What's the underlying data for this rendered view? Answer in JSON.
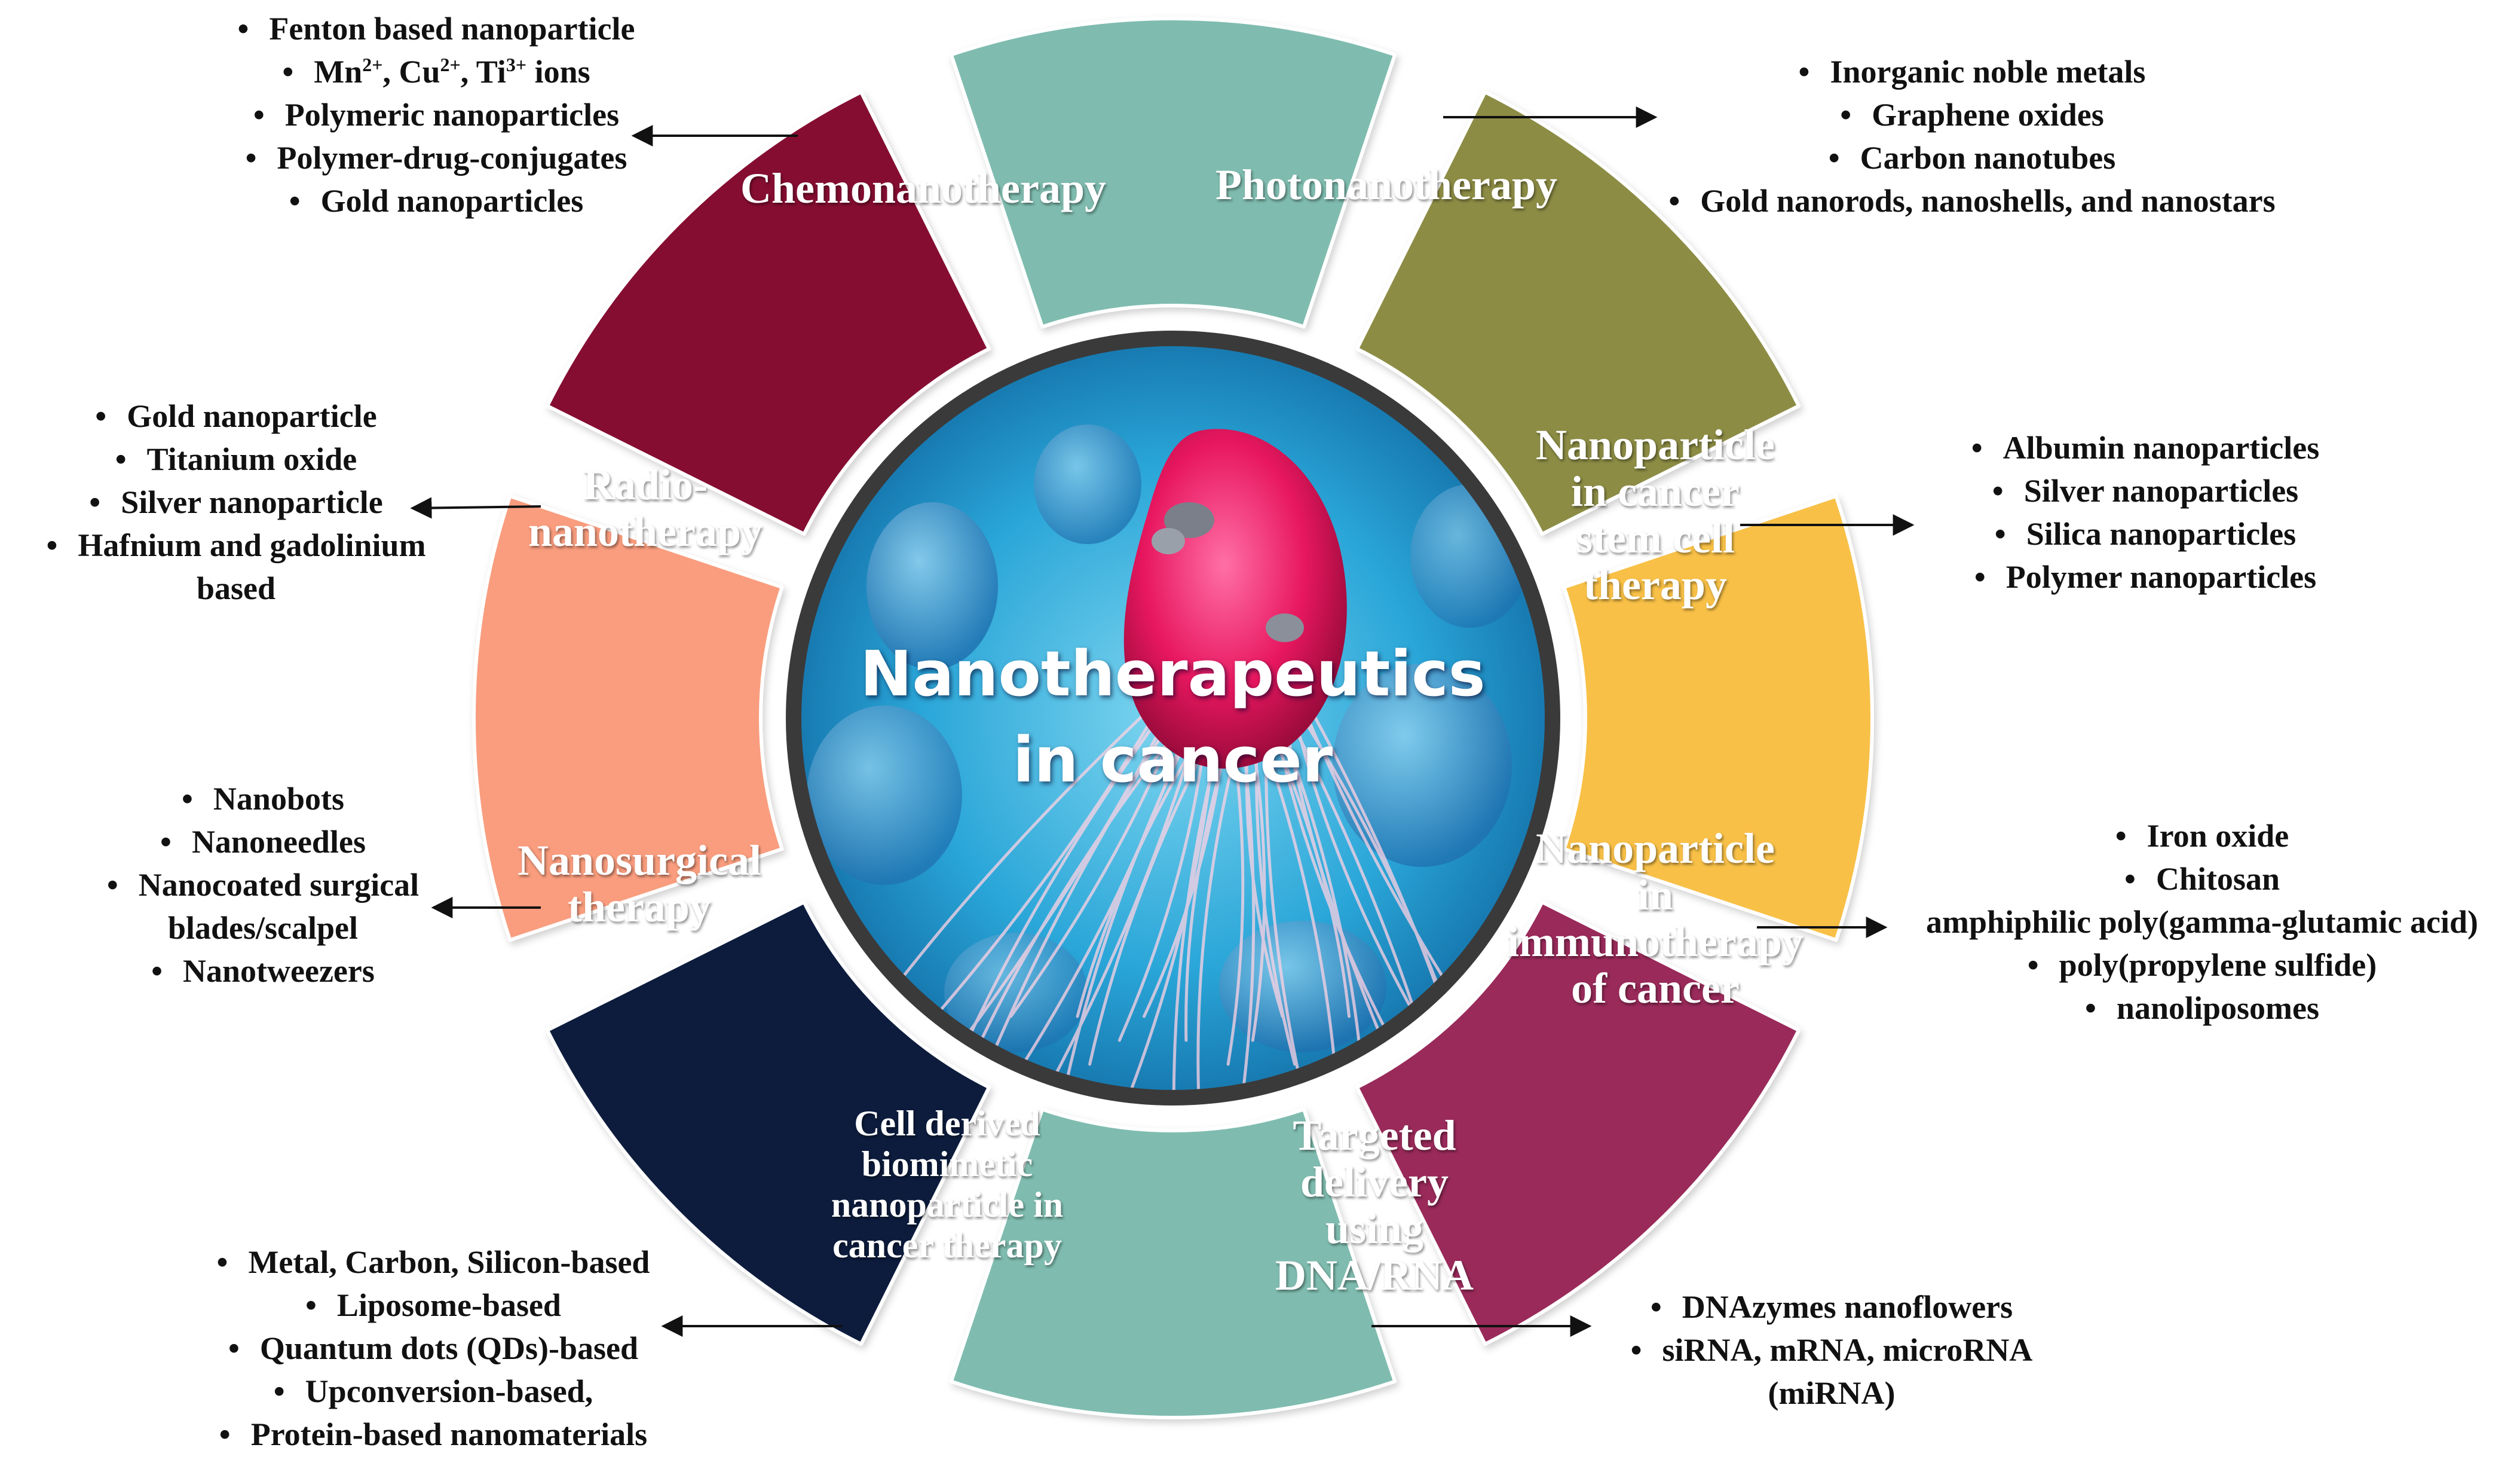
{
  "center": {
    "title_line1": "Nanotherapeutics",
    "title_line2": "in cancer"
  },
  "colors": {
    "chemo": "#7fbcaf",
    "photo": "#8c8c44",
    "stem": "#f8c046",
    "immuno": "#99295a",
    "dna": "#7fbcaf",
    "biomimetic": "#0f1f3d",
    "nanosurgical": "#f99d7e",
    "radio": "#850b31",
    "ring": "#3a3a3a",
    "text": "#111111"
  },
  "segments": {
    "chemo": {
      "label": [
        "Chemonanotherapy"
      ],
      "items": [
        {
          "text": "Fenton based nanoparticle"
        },
        {
          "ions": {
            "mn": "Mn",
            "mn_sup": "2+",
            "cu": "Cu",
            "cu_sup": "2+",
            "ti": "Ti",
            "ti_sup": "3+",
            "suffix": "ions"
          }
        },
        {
          "text": "Polymeric nanoparticles"
        },
        {
          "text": "Polymer-drug-conjugates"
        },
        {
          "text": "Gold nanoparticles"
        }
      ]
    },
    "photo": {
      "label": [
        "Photonanotherapy"
      ],
      "items": [
        {
          "text": "Inorganic noble metals"
        },
        {
          "text": "Graphene oxides"
        },
        {
          "text": "Carbon nanotubes"
        },
        {
          "text": "Gold nanorods, nanoshells, and nanostars"
        }
      ]
    },
    "stem": {
      "label": [
        "Nanoparticle",
        "in cancer",
        "stem cell",
        "therapy"
      ],
      "items": [
        {
          "text": "Albumin nanoparticles"
        },
        {
          "text": "Silver nanoparticles"
        },
        {
          "text": "Silica nanoparticles"
        },
        {
          "text": "Polymer nanoparticles"
        }
      ]
    },
    "immuno": {
      "label": [
        "Nanoparticle",
        "in",
        "immunotherapy",
        "of cancer"
      ],
      "items": [
        {
          "text": "Iron oxide"
        },
        {
          "text": "Chitosan"
        },
        {
          "text": "amphiphilic poly(gamma-glutamic acid)"
        },
        {
          "text": "poly(propylene sulfide)"
        },
        {
          "text": "nanoliposomes"
        }
      ]
    },
    "dna": {
      "label": [
        "Targeted",
        "delivery",
        "using",
        "DNA/RNA"
      ],
      "items": [
        {
          "text": "DNAzymes nanoflowers"
        },
        {
          "text": "siRNA, mRNA, microRNA"
        },
        {
          "text": "(miRNA)"
        }
      ]
    },
    "biomimetic": {
      "label": [
        "Cell derived",
        "biomimetic",
        "nanoparticle in",
        "cancer therapy"
      ],
      "items": [
        {
          "text": "Metal, Carbon, Silicon-based"
        },
        {
          "text": "Liposome-based"
        },
        {
          "text": "Quantum dots (QDs)-based"
        },
        {
          "text": "Upconversion-based,"
        },
        {
          "text": "Protein-based nanomaterials"
        }
      ]
    },
    "nanosurgical": {
      "label": [
        "Nanosurgical",
        "therapy"
      ],
      "items": [
        {
          "text": "Nanobots"
        },
        {
          "text": "Nanoneedles"
        },
        {
          "text": "Nanocoated surgical"
        },
        {
          "text": "blades/scalpel"
        },
        {
          "text": "Nanotweezers"
        }
      ]
    },
    "radio": {
      "label": [
        "Radio-",
        "nanotherapy"
      ],
      "items": [
        {
          "text": "Gold nanoparticle"
        },
        {
          "text": "Titanium oxide"
        },
        {
          "text": "Silver nanoparticle"
        },
        {
          "text": "Hafnium and gadolinium"
        },
        {
          "text": "based"
        }
      ]
    }
  }
}
